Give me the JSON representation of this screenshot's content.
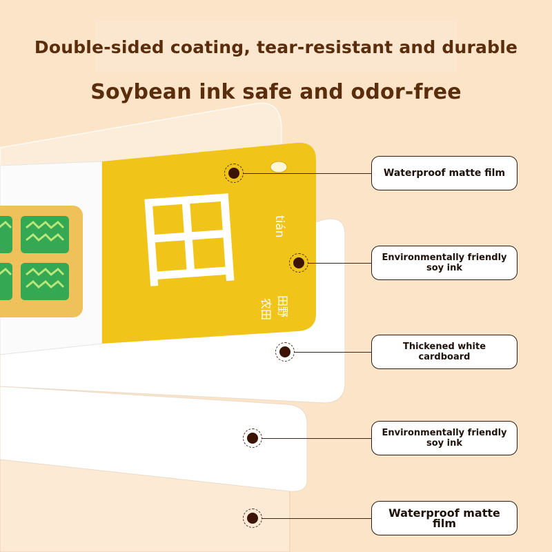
{
  "headline": {
    "line1": "Double-sided coating, tear-resistant and durable",
    "line2": "Soybean ink safe and odor-free"
  },
  "card": {
    "character": "田",
    "pinyin": "tián",
    "words": [
      "田野",
      "农田"
    ]
  },
  "callouts": [
    {
      "label": "Waterproof matte film"
    },
    {
      "label": "Environmentally friendly soy ink"
    },
    {
      "label": "Thickened white cardboard"
    },
    {
      "label": "Environmentally friendly soy ink"
    },
    {
      "label": "Waterproof matte film"
    }
  ],
  "colors": {
    "background": "#fbe4c8",
    "card_yellow": "#f0c419",
    "text_brown": "#5a2d0c",
    "marker_dot": "#3b1406",
    "grass_green": "#2fa84a"
  }
}
